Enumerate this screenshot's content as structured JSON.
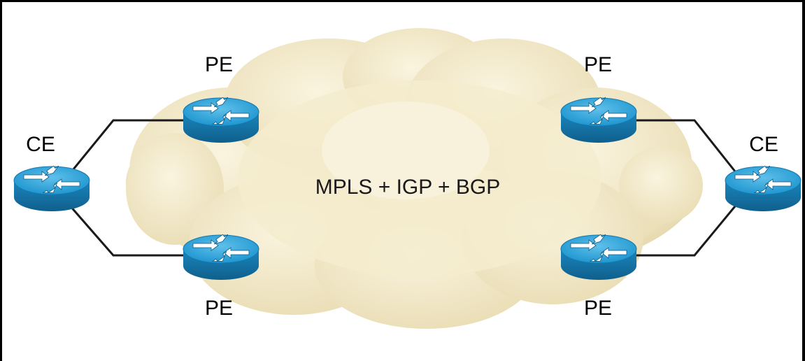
{
  "labels": {
    "pe_top_left": "PE",
    "pe_bottom_left": "PE",
    "pe_top_right": "PE",
    "pe_bottom_right": "PE",
    "ce_left": "CE",
    "ce_right": "CE",
    "cloud": "MPLS + IGP + BGP"
  },
  "colors": {
    "router_body": "#1f8fc7",
    "router_top": "#2aa3dc",
    "cloud_fill": "#f2e8c6",
    "link": "#1a1a1a",
    "frame": "#000000"
  },
  "icons": {
    "router": "router-icon",
    "cloud": "cloud-icon"
  }
}
